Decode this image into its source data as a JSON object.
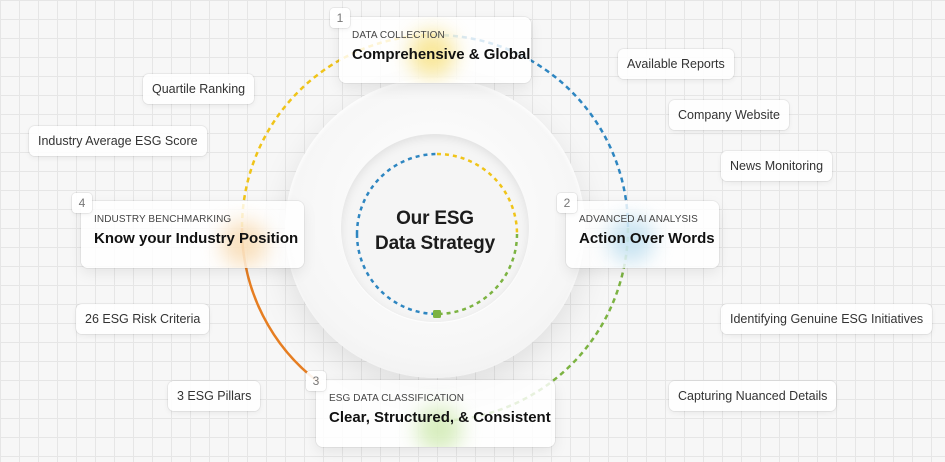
{
  "center": {
    "line1": "Our ESG",
    "line2": "Data Strategy"
  },
  "steps": [
    {
      "number": "1",
      "caption": "DATA COLLECTION",
      "title": "Comprehensive & Global",
      "color": "#f0c419"
    },
    {
      "number": "2",
      "caption": "ADVANCED AI ANALYSIS",
      "title": "Action Over Words",
      "color": "#2e86c1"
    },
    {
      "number": "3",
      "caption": "ESG DATA CLASSIFICATION",
      "title": "Clear, Structured, & Consistent",
      "color": "#7cb342"
    },
    {
      "number": "4",
      "caption": "INDUSTRY BENCHMARKING",
      "title": "Know your Industry Position",
      "color": "#e67e22"
    }
  ],
  "tags": {
    "available_reports": "Available Reports",
    "company_website": "Company Website",
    "news_monitoring": "News Monitoring",
    "identifying_initiatives": "Identifying Genuine ESG Initiatives",
    "capturing_details": "Capturing Nuanced Details",
    "quartile_ranking": "Quartile Ranking",
    "industry_average": "Industry Average ESG Score",
    "risk_criteria": "26 ESG Risk Criteria",
    "pillars": "3 ESG Pillars"
  }
}
